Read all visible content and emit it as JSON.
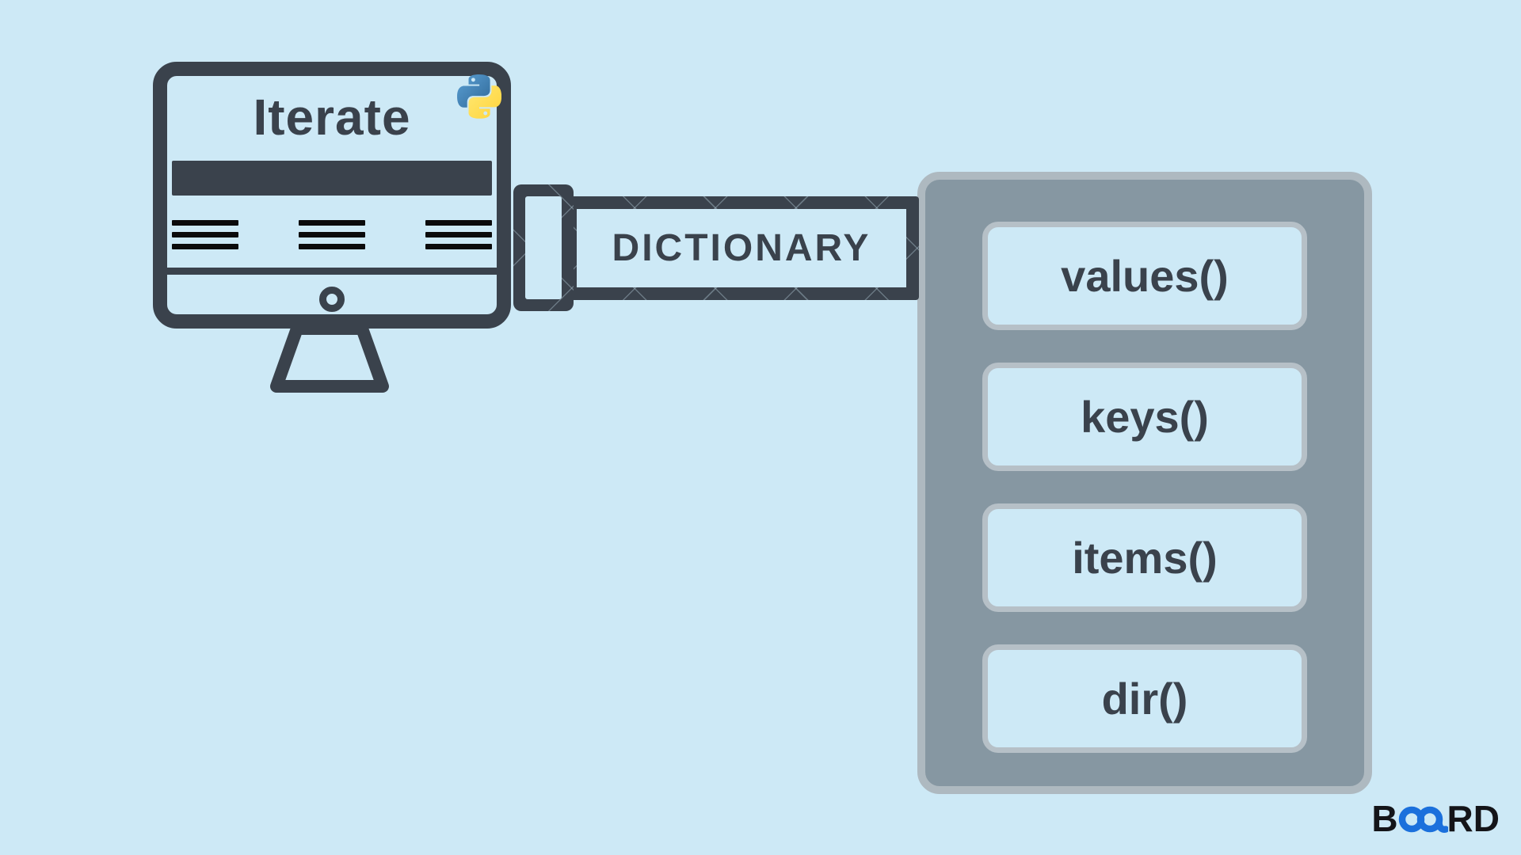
{
  "colors": {
    "bg": "#cde9f6",
    "ink": "#3a424c",
    "panel_fill": "#8697a2",
    "panel_border": "#aeb9c0",
    "button_fill": "#cde9f6",
    "button_border": "#b6c0c7",
    "line_black": "#0b0b0c",
    "brand_black": "#141519",
    "brand_blue": "#1b70dc",
    "python_blue_light": "#5a9fd4",
    "python_blue_dark": "#306998",
    "python_yellow_light": "#ffe873",
    "python_yellow_dark": "#ffd43b"
  },
  "monitor": {
    "title": "Iterate",
    "icon": "python-logo"
  },
  "connector": {
    "label": "DICTIONARY"
  },
  "panel": {
    "buttons": [
      {
        "label": "values()"
      },
      {
        "label": "keys()"
      },
      {
        "label": "items()"
      },
      {
        "label": "dir()"
      }
    ]
  },
  "brand": {
    "prefix": "B",
    "suffix": "RD",
    "mark": "infinity"
  }
}
